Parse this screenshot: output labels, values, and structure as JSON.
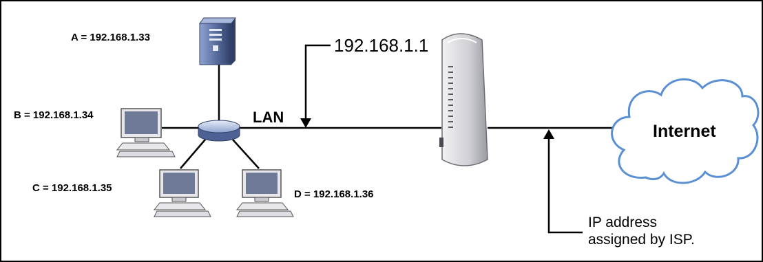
{
  "hosts": {
    "a": "A = 192.168.1.33",
    "b": "B = 192.168.1.34",
    "c": "C = 192.168.1.35",
    "d": "D = 192.168.1.36"
  },
  "lan_label": "LAN",
  "gateway_ip": "192.168.1.1",
  "isp_note": {
    "line1": "IP address",
    "line2": "assigned by ISP."
  },
  "internet_label": "Internet",
  "colors": {
    "device_blue": "#5a6fa0",
    "screen": "#6e7a96",
    "monitor_body": "#e8e8ec",
    "router_top": "#cfd8ec",
    "modem_body": "#d9d9dc",
    "cloud_fill": "#ffffff",
    "cloud_stroke": "#5b8fd3"
  }
}
